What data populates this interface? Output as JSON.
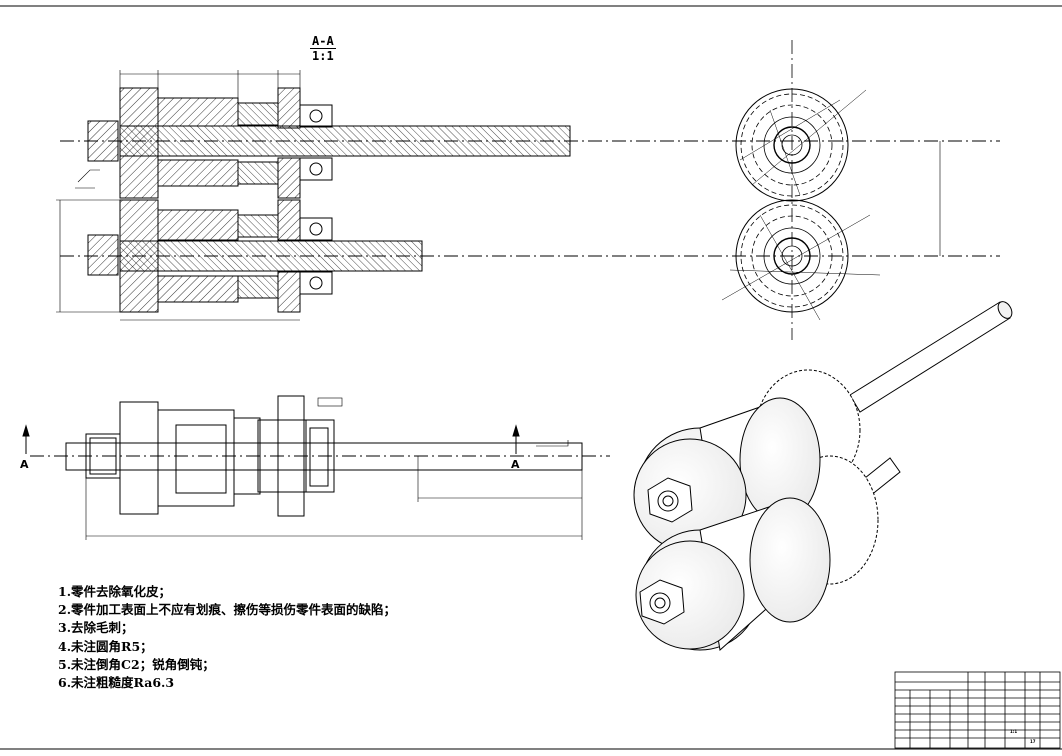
{
  "section": {
    "line1": "A-A",
    "line2": "1:1"
  },
  "view_labels": {
    "left": "A",
    "right": "A"
  },
  "tech_notes": [
    "1.零件去除氧化皮；",
    "2.零件加工表面上不应有划痕、擦伤等损伤零件表面的缺陷；",
    "3.去除毛刺；",
    "4.未注圆角R5；",
    "5.未注倒角C2；锐角倒钝；",
    "6.未注粗糙度Ra6.3"
  ],
  "title_block": {
    "scale": "1:1",
    "sheet_no": "17"
  },
  "colors": {
    "line": "#000000",
    "paper": "#ffffff",
    "hatch": "#000000"
  }
}
